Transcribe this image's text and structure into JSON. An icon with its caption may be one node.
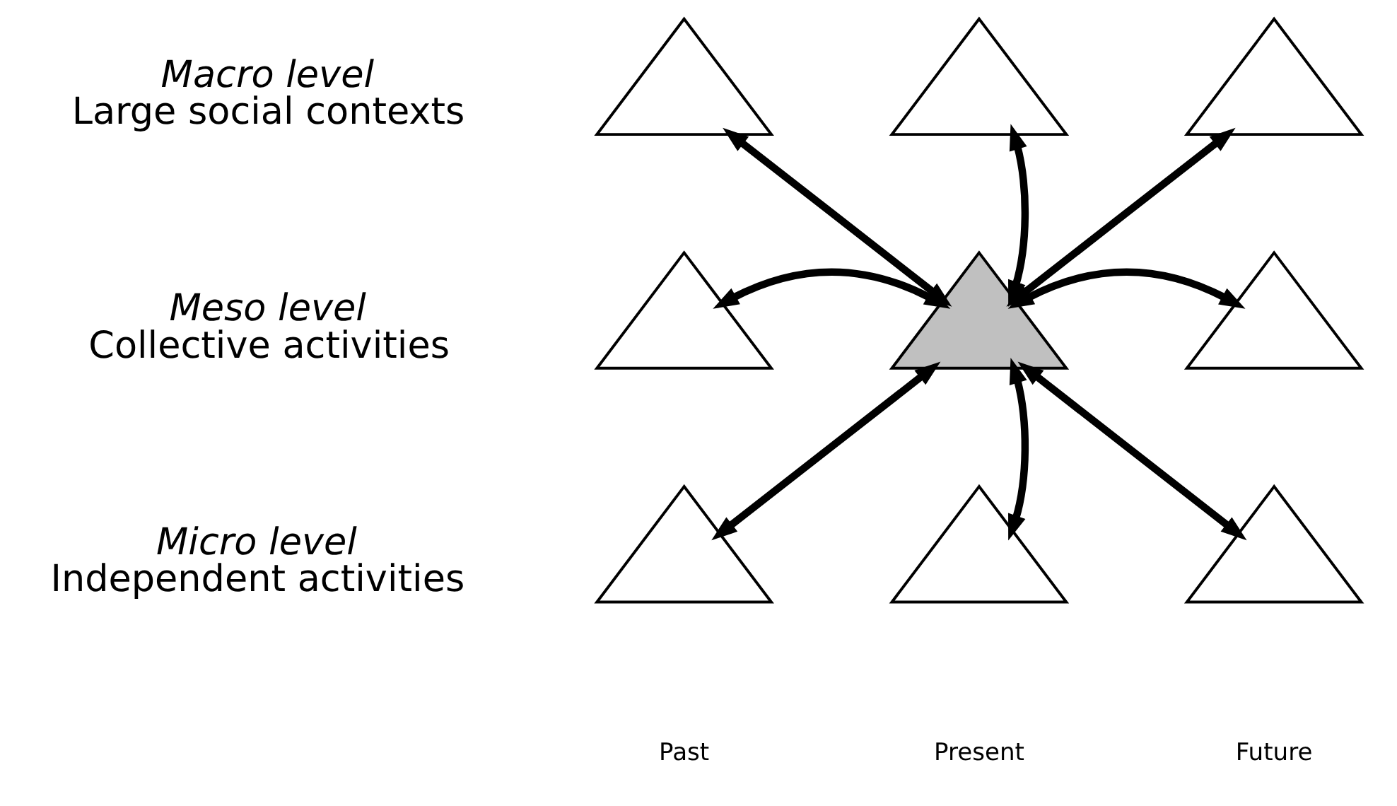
{
  "diagram": {
    "nodes": [
      {
        "text": [],
        "shape": "triangle"
      },
      {
        "text": [],
        "shape": "triangle"
      },
      {
        "text": [],
        "shape": "triangle"
      },
      {
        "text": [],
        "shape": "triangle"
      },
      {
        "text": [],
        "shape": "triangle"
      },
      {
        "text": [],
        "shape": "triangle"
      },
      {
        "text": [],
        "shape": "triangle"
      },
      {
        "text": [],
        "shape": "triangle"
      },
      {
        "text": [],
        "shape": "triangle"
      }
    ],
    "edges": [
      {
        "from": 4,
        "to": 0,
        "arrow": "both"
      },
      {
        "from": 4,
        "to": 1,
        "arrow": "both"
      },
      {
        "from": 4,
        "to": 2,
        "arrow": "both"
      },
      {
        "from": 4,
        "to": 3,
        "arrow": "both"
      },
      {
        "from": 4,
        "to": 5,
        "arrow": "both"
      },
      {
        "from": 4,
        "to": 6,
        "arrow": "both"
      },
      {
        "from": 4,
        "to": 7,
        "arrow": "both"
      },
      {
        "from": 4,
        "to": 8,
        "arrow": "both"
      }
    ],
    "labels": [
      "Macro level",
      "Large social contexts",
      "Meso level",
      "Collective activities",
      "Micro level",
      "Independent activities",
      "Past",
      "Present",
      "Future"
    ]
  }
}
